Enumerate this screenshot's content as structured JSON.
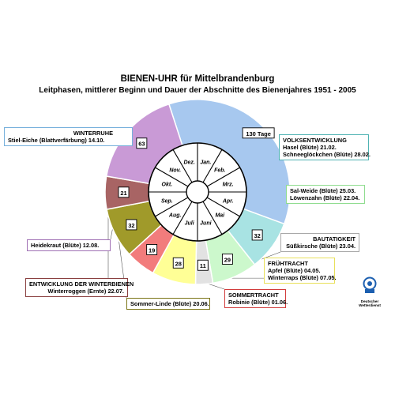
{
  "chart_data": {
    "type": "pie",
    "title": "BIENEN-UHR für Mittelbrandenburg",
    "subtitle": "Leitphasen, mittlerer Beginn und Dauer der Abschnitte des Bienenjahres 1951 - 2005",
    "segments": [
      {
        "value": 130,
        "label": "130 Tage",
        "color": "#a7c8ef",
        "phase": "WINTERRUHE",
        "detail": "Stiel-Eiche (Blattverfärbung) 14.10.",
        "border": "#76b0dc"
      },
      {
        "value": 32,
        "label": "32",
        "color": "#a8e3e3",
        "phase": "VOLKSENTWICKLUNG",
        "detail": [
          "Hasel (Blüte) 21.02.",
          "Schneeglöckchen (Blüte) 28.02."
        ],
        "border": "#4fb3b3"
      },
      {
        "value": 29,
        "label": "29",
        "color": "#ccf8cc",
        "phase": "",
        "detail": [
          "Sal-Weide (Blüte) 25.03.",
          "Löwenzahn (Blüte) 22.04."
        ],
        "border": "#8fdc8f"
      },
      {
        "value": 11,
        "label": "11",
        "color": "#e2e2e2",
        "phase": "BAUTATIGKEIT",
        "detail": "Süßkirsche (Blüte) 23.04.",
        "border": "#a8a8a8"
      },
      {
        "value": 28,
        "label": "28",
        "color": "#ffff96",
        "phase": "FRÜHTRACHT",
        "detail": [
          "Apfel (Blüte) 04.05.",
          "Winterraps (Blüte) 07.05."
        ],
        "border": "#e8e05a"
      },
      {
        "value": 19,
        "label": "19",
        "color": "#f27c7c",
        "phase": "SOMMERTRACHT",
        "detail": "Robinie (Blüte) 01.06.",
        "border": "#d23c3c"
      },
      {
        "value": 32,
        "label": "32",
        "color": "#a09a2a",
        "phase": "",
        "detail": "Sommer-Linde (Blüte) 20.06.",
        "border": "#7a7416"
      },
      {
        "value": 21,
        "label": "21",
        "color": "#a86464",
        "phase": "ENTWICKLUNG DER WINTERBIENEN",
        "detail": "Winterroggen (Ernte) 22.07.",
        "border": "#8a4040"
      },
      {
        "value": 63,
        "label": "63",
        "color": "#c99ad6",
        "phase": "",
        "detail": "Heidekraut (Blüte) 12.08.",
        "border": "#a070b4"
      }
    ],
    "months": [
      "Jan.",
      "Feb.",
      "Mrz.",
      "Apr.",
      "Mai",
      "Juni",
      "Juli",
      "Aug.",
      "Sep.",
      "Okt.",
      "Nov.",
      "Dez."
    ]
  },
  "logo": {
    "icon": "dwd-logo-icon",
    "text": "Deutscher Wetterdienst",
    "color": "#1c5fb0"
  }
}
